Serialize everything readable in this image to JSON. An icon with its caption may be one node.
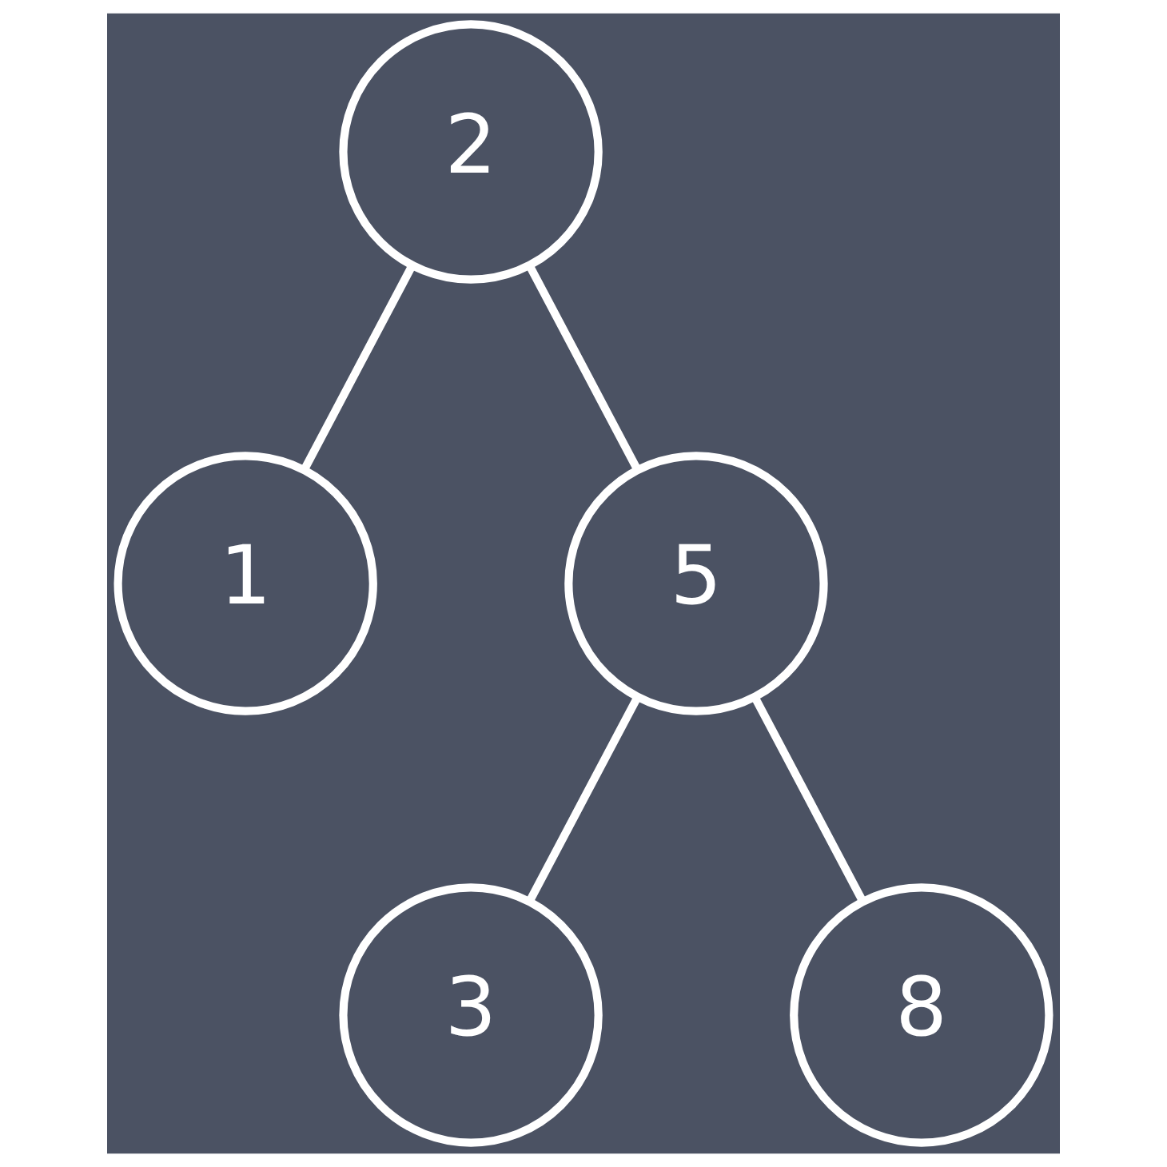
{
  "diagram": {
    "nodes": [
      {
        "text": [
          "2"
        ]
      },
      {
        "text": [
          "1"
        ]
      },
      {
        "text": [
          "5"
        ]
      },
      {
        "text": [
          "3"
        ]
      },
      {
        "text": [
          "8"
        ]
      }
    ],
    "edges": [
      {
        "from": 0,
        "to": 1,
        "arrow": "none"
      },
      {
        "from": 0,
        "to": 2,
        "arrow": "none"
      },
      {
        "from": 2,
        "to": 3,
        "arrow": "none"
      },
      {
        "from": 2,
        "to": 4,
        "arrow": "none"
      }
    ]
  }
}
